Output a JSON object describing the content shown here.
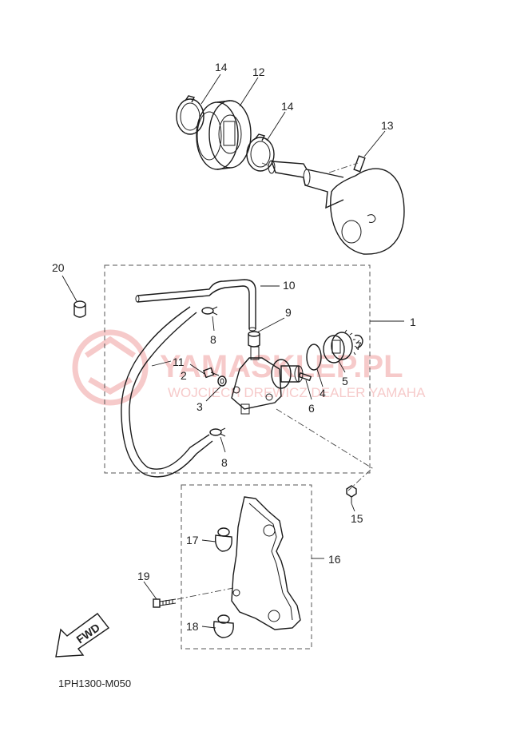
{
  "diagram": {
    "code": "1PH1300-M050",
    "fwd_label": "FWD",
    "callouts": {
      "c1": "1",
      "c2": "2",
      "c3": "3",
      "c4": "4",
      "c5": "5",
      "c6": "6",
      "c7": "7",
      "c8a": "8",
      "c8b": "8",
      "c9": "9",
      "c10": "10",
      "c11": "11",
      "c12": "12",
      "c13": "13",
      "c14a": "14",
      "c14b": "14",
      "c15": "15",
      "c16": "16",
      "c17": "17",
      "c18": "18",
      "c19": "19",
      "c20": "20"
    }
  },
  "watermark": {
    "brand": "YAMASKLEP.PL",
    "tagline": "WOJCIECH DREWICZ DEALER YAMAHA",
    "color": "#f0a0a0"
  },
  "colors": {
    "line": "#1a1a1a",
    "watermark": "#f0a0a0"
  }
}
